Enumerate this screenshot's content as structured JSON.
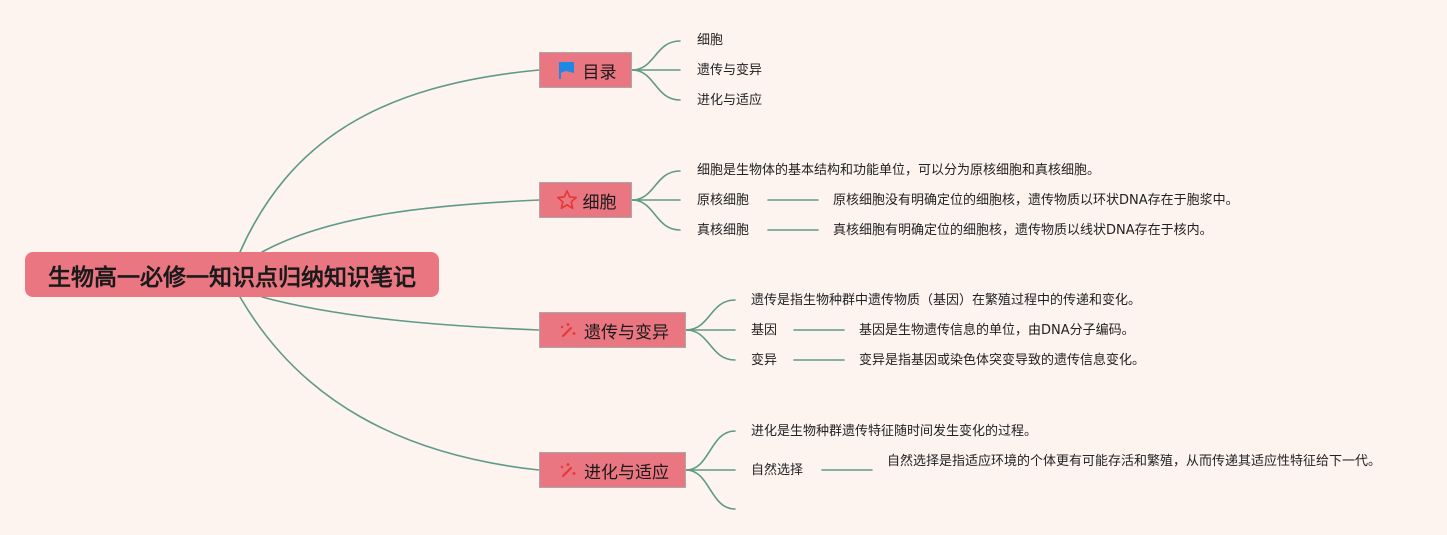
{
  "root": {
    "title": "生物高一必修一知识点归纳知识笔记"
  },
  "branches": [
    {
      "label": "目录",
      "icon": "flag-icon",
      "items": [
        "细胞",
        "遗传与变异",
        "进化与适应"
      ]
    },
    {
      "label": "细胞",
      "icon": "star-icon",
      "intro": "细胞是生物体的基本结构和功能单位，可以分为原核细胞和真核细胞。",
      "terms": [
        {
          "term": "原核细胞",
          "desc": "原核细胞没有明确定位的细胞核，遗传物质以环状DNA存在于胞浆中。"
        },
        {
          "term": "真核细胞",
          "desc": "真核细胞有明确定位的细胞核，遗传物质以线状DNA存在于核内。"
        }
      ]
    },
    {
      "label": "遗传与变异",
      "icon": "sparkle-wand-icon",
      "intro": "遗传是指生物种群中遗传物质（基因）在繁殖过程中的传递和变化。",
      "terms": [
        {
          "term": "基因",
          "desc": "基因是生物遗传信息的单位，由DNA分子编码。"
        },
        {
          "term": "变异",
          "desc": "变异是指基因或染色体突变导致的遗传信息变化。"
        }
      ]
    },
    {
      "label": "进化与适应",
      "icon": "sparkle-wand-icon",
      "intro": "进化是生物种群遗传特征随时间发生变化的过程。",
      "terms": [
        {
          "term": "自然选择",
          "desc": "自然选择是指适应环境的个体更有可能存活和繁殖，从而传递其适应性特征给下一代。"
        }
      ]
    }
  ],
  "colors": {
    "background": "#fdf3ef",
    "node_fill": "#ea7682",
    "link": "#5e9a86",
    "flag": "#1e88e5",
    "star": "#e53935"
  }
}
